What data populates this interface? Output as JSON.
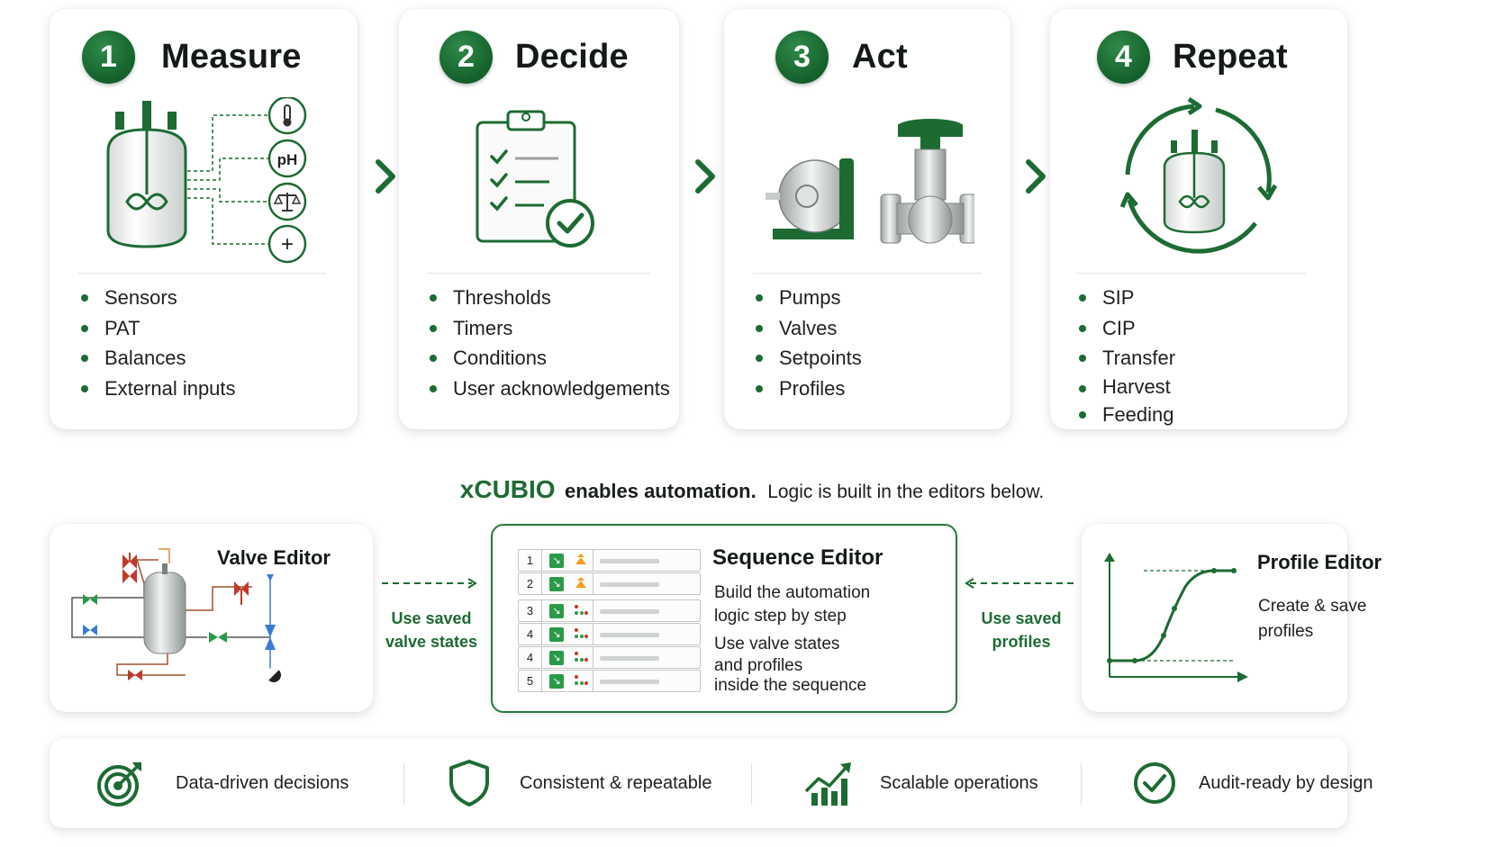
{
  "steps": [
    {
      "number": "1",
      "title": "Measure",
      "items": [
        "Sensors",
        "PAT",
        "Balances",
        "External inputs"
      ],
      "sensors": {
        "ph": "pH",
        "plus": "+"
      }
    },
    {
      "number": "2",
      "title": "Decide",
      "items": [
        "Thresholds",
        "Timers",
        "Conditions",
        "User acknowledgements"
      ]
    },
    {
      "number": "3",
      "title": "Act",
      "items": [
        "Pumps",
        "Valves",
        "Setpoints",
        "Profiles"
      ]
    },
    {
      "number": "4",
      "title": "Repeat",
      "items": [
        "SIP",
        "CIP",
        "Transfer",
        "Harvest",
        "Feeding"
      ]
    }
  ],
  "tagline": {
    "brand": "xCUBIO",
    "bold": "enables automation.",
    "rest": "Logic is built in the editors below."
  },
  "valve_editor": {
    "title": "Valve Editor"
  },
  "link_left": {
    "line1": "Use saved",
    "line2": "valve states"
  },
  "sequence_editor": {
    "title": "Sequence Editor",
    "text1_line1": "Build the automation",
    "text1_line2": "logic step by step",
    "text2_line1": "Use valve states",
    "text2_line2": "and profiles",
    "text2_line3": "inside the sequence",
    "rows": [
      "1",
      "2",
      "3",
      "4",
      "4",
      "5"
    ]
  },
  "link_right": {
    "line1": "Use saved",
    "line2": "profiles"
  },
  "profile_editor": {
    "title": "Profile Editor",
    "text_line1": "Create & save",
    "text_line2": "profiles"
  },
  "benefits": [
    {
      "label": "Data-driven decisions",
      "icon": "target-icon"
    },
    {
      "label": "Consistent & repeatable",
      "icon": "shield-icon"
    },
    {
      "label": "Scalable operations",
      "icon": "growth-chart-icon"
    },
    {
      "label": "Audit-ready by design",
      "icon": "check-circle-icon"
    }
  ],
  "colors": {
    "accent": "#1d6b33",
    "accent_light": "#2b9a48",
    "valve_red": "#c0392b",
    "card_bg": "#ffffff"
  }
}
